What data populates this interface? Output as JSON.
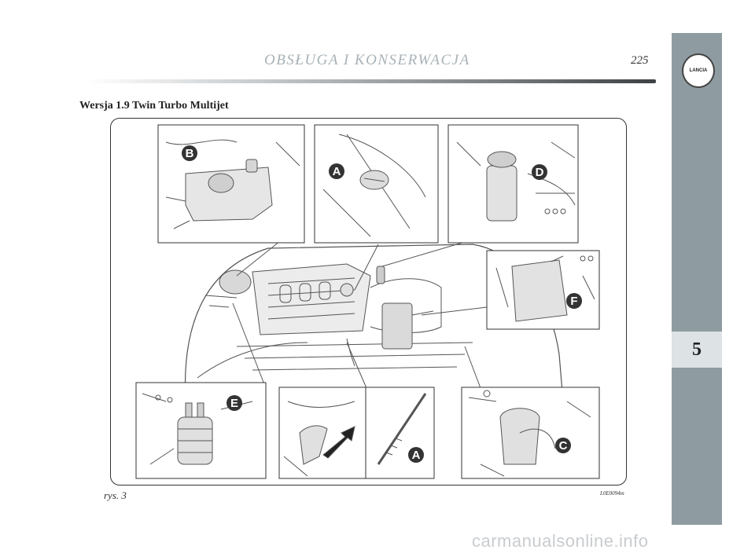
{
  "header": {
    "title": "OBSŁUGA I KONSERWACJA",
    "page_number": "225"
  },
  "logo": {
    "text": "LANCIA"
  },
  "sidebar": {
    "chapter_number": "5"
  },
  "section": {
    "title": "Wersja 1.9  Twin Turbo Multijet"
  },
  "figure": {
    "labels": {
      "a_top": "A",
      "b": "B",
      "d": "D",
      "f": "F",
      "e": "E",
      "a_bottom": "A",
      "c": "C"
    },
    "caption": "rys. 3",
    "code": "L0E0094m"
  },
  "watermark": "carmanualsonline.info",
  "colors": {
    "sidebar": "#8e9ca1",
    "tab": "#dde2e4",
    "header_title": "#a8b2b7"
  }
}
